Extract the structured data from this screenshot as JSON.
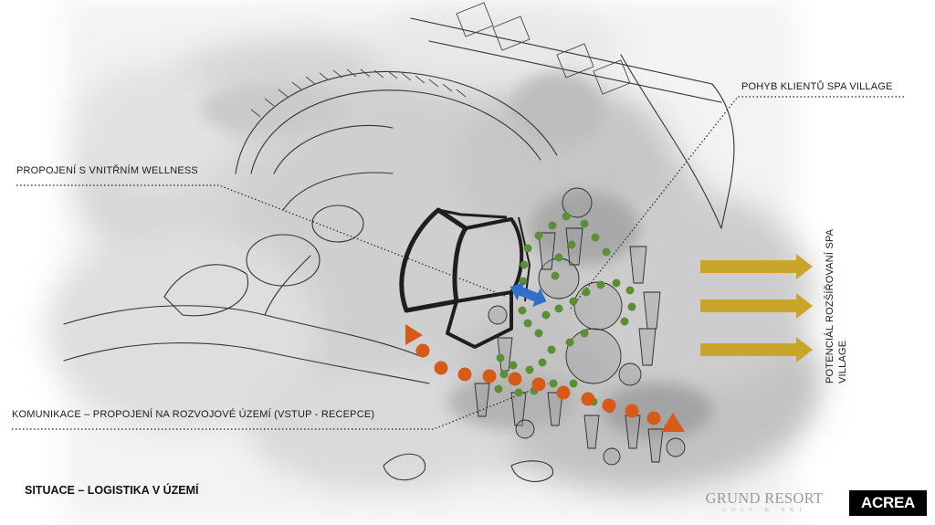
{
  "annotations": {
    "wellness_connection": "PROPOJENÍ S VNITŘNÍM WELLNESS",
    "spa_village_movement": "POHYB KLIENTŮ SPA VILLAGE",
    "road_connection": "KOMUNIKACE – PROPOJENÍ NA ROZVOJOVÉ ÚZEMÍ (VSTUP - RECEPCE)",
    "potential_expansion": "POTENCIÁL ROZŠÍŘOVANÍ SPA VILLAGE"
  },
  "title": "SITUACE – LOGISTIKA V ÚZEMÍ",
  "logos": {
    "grund_main": "GRUND RESORT",
    "grund_sub": "GOLF & SKI",
    "acrea": "ACREA"
  },
  "colors": {
    "client_path_green": "#5a8f35",
    "road_orange": "#d65a18",
    "arrow_gold": "#c9a52a",
    "link_blue": "#2f6fc4",
    "wash_gray": "#c8c8c8"
  },
  "icons": {
    "expansion_arrow": "gold-arrow-right-icon",
    "entry_marker": "orange-triangle-icon",
    "wellness_link": "blue-double-arrow-icon"
  }
}
